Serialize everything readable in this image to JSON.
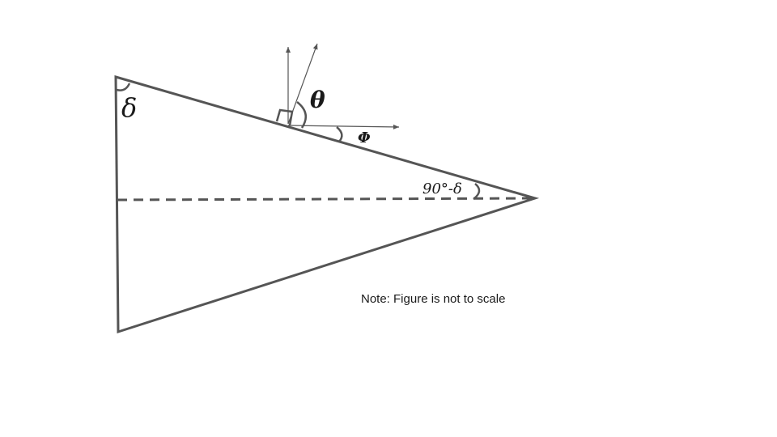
{
  "labels": {
    "delta": "δ",
    "theta": "θ",
    "phi": "Φ",
    "complement_angle": "90°-δ",
    "note": "Note: Figure is not to scale"
  },
  "colors": {
    "stroke": "#555555",
    "text": "#1a1a1a",
    "background": "#ffffff"
  }
}
